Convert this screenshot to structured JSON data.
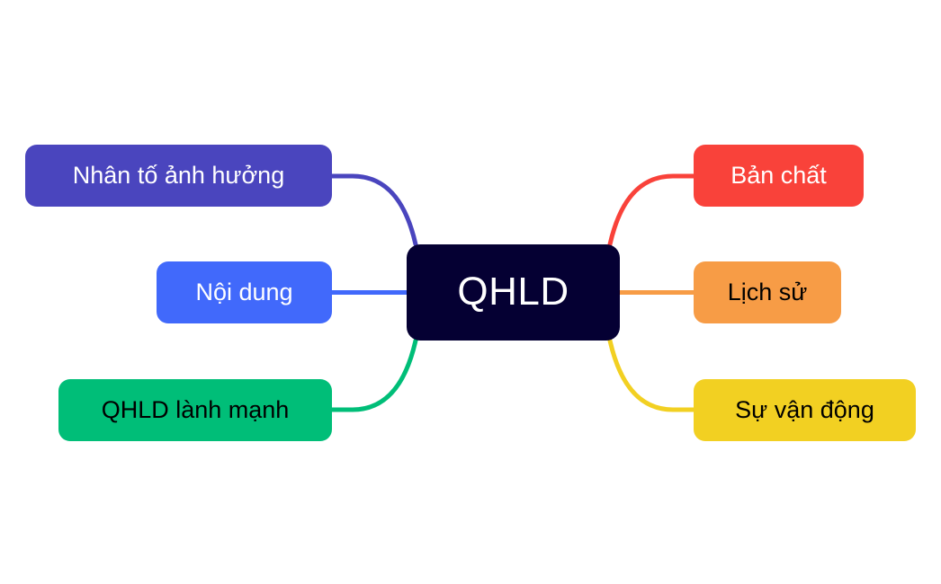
{
  "diagram": {
    "type": "mind-map",
    "background": "#ffffff",
    "central": {
      "label": "QHLD",
      "fill": "#050033",
      "text_color": "#ffffff"
    },
    "branches_left": [
      {
        "label": "Nhân tố ảnh hưởng",
        "fill": "#4A45BE",
        "text_color": "#ffffff",
        "connector": "curve"
      },
      {
        "label": "Nội dung",
        "fill": "#4169FB",
        "text_color": "#ffffff",
        "connector": "straight"
      },
      {
        "label": "QHLD lành mạnh",
        "fill": "#00BE78",
        "text_color": "#000000",
        "connector": "curve"
      }
    ],
    "branches_right": [
      {
        "label": "Bản chất",
        "fill": "#F9423A",
        "text_color": "#ffffff",
        "connector": "curve"
      },
      {
        "label": "Lịch sử",
        "fill": "#F79C46",
        "text_color": "#000000",
        "connector": "straight"
      },
      {
        "label": "Sự vận động",
        "fill": "#F2D022",
        "text_color": "#000000",
        "connector": "curve"
      }
    ]
  }
}
